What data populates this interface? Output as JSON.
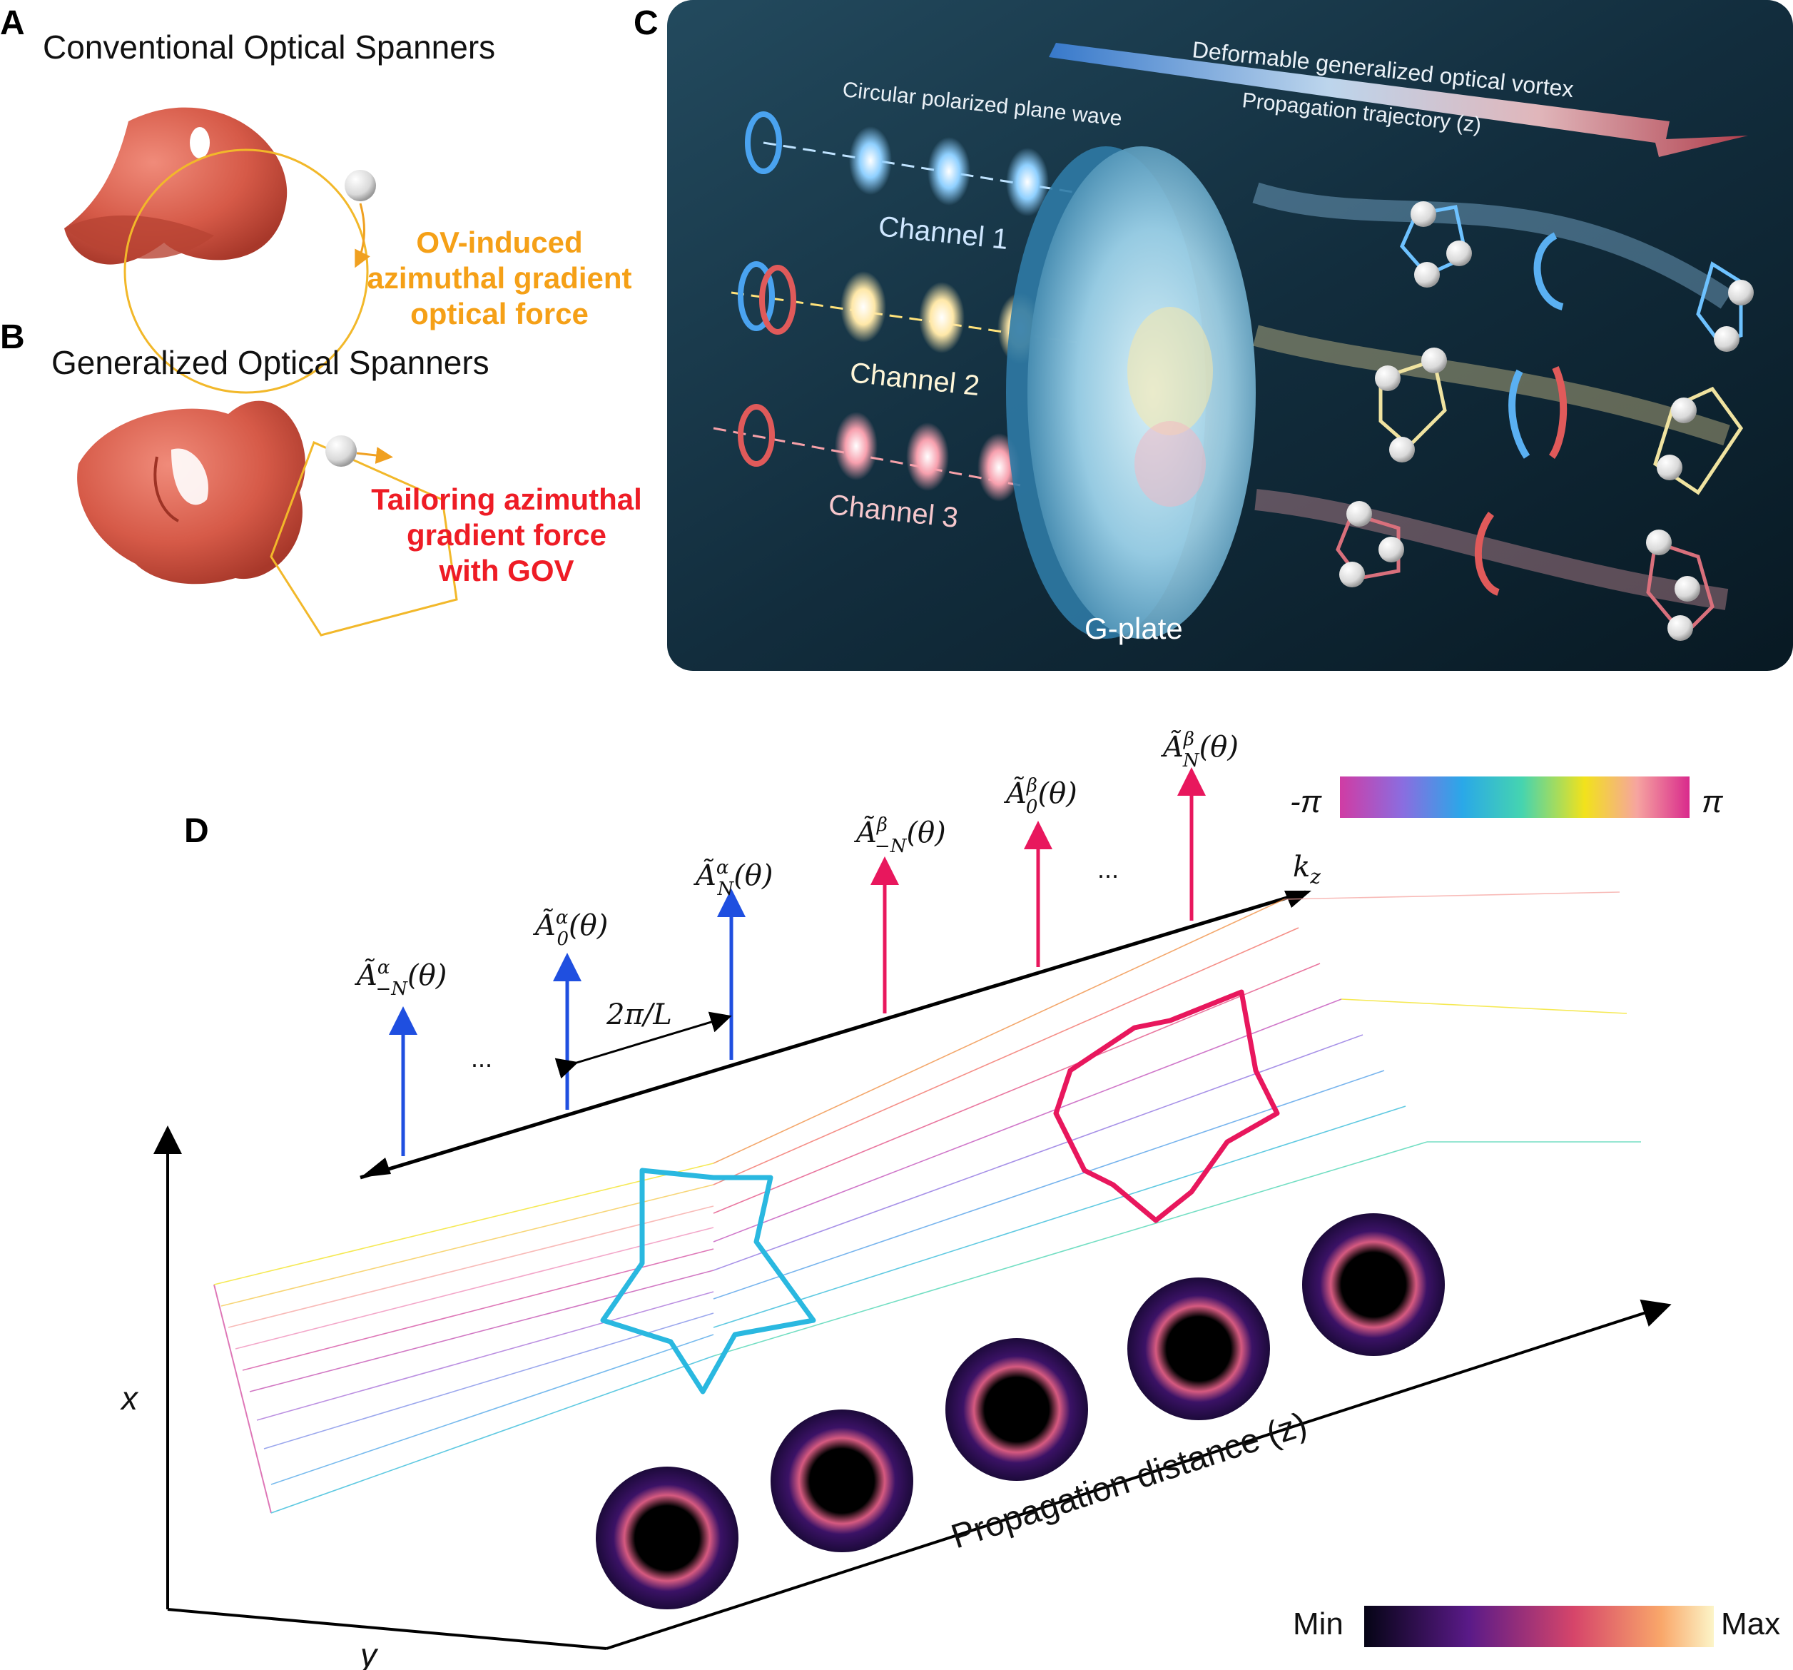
{
  "panels": {
    "A": {
      "letter": "A",
      "title": "Conventional Optical Spanners",
      "caption": [
        "OV-induced",
        "azimuthal gradient",
        "optical force"
      ]
    },
    "B": {
      "letter": "B",
      "title": "Generalized Optical Spanners",
      "caption": [
        "Tailoring azimuthal",
        "gradient force",
        "with GOV"
      ]
    },
    "C": {
      "letter": "C",
      "top_arrow_label": "Deformable generalized optical vortex",
      "trajectory_label": "Propagation trajectory (z)",
      "input_label": "Circular polarized plane wave",
      "channels": [
        "Channel 1",
        "Channel 2",
        "Channel 3"
      ],
      "plate_label": "G-plate"
    },
    "D": {
      "letter": "D",
      "phase_bar": {
        "min": "-π",
        "max": "π"
      },
      "intensity_bar": {
        "min": "Min",
        "max": "Max"
      },
      "axis_x": "x",
      "axis_y": "y",
      "axis_z": "Propagation distance (z)",
      "kz_label": "k",
      "kz_sub": "z",
      "spacing_label": "2π/L",
      "ellipsis": "...",
      "spectral_labels": [
        {
          "sup": "α",
          "sub": "−N"
        },
        {
          "sup": "α",
          "sub": "0"
        },
        {
          "sup": "α",
          "sub": "N"
        },
        {
          "sup": "β",
          "sub": "−N"
        },
        {
          "sup": "β",
          "sub": "0"
        },
        {
          "sup": "β",
          "sub": "N"
        }
      ],
      "spectral_suffix": "(θ)",
      "spectral_base": "Ã"
    }
  },
  "colors": {
    "blue_arrow": "#1f4fe0",
    "pink_arrow": "#e8175d",
    "orange_text": "#f5a017",
    "red_text": "#ee1c25",
    "panel_c_bg": "#0f2634"
  }
}
